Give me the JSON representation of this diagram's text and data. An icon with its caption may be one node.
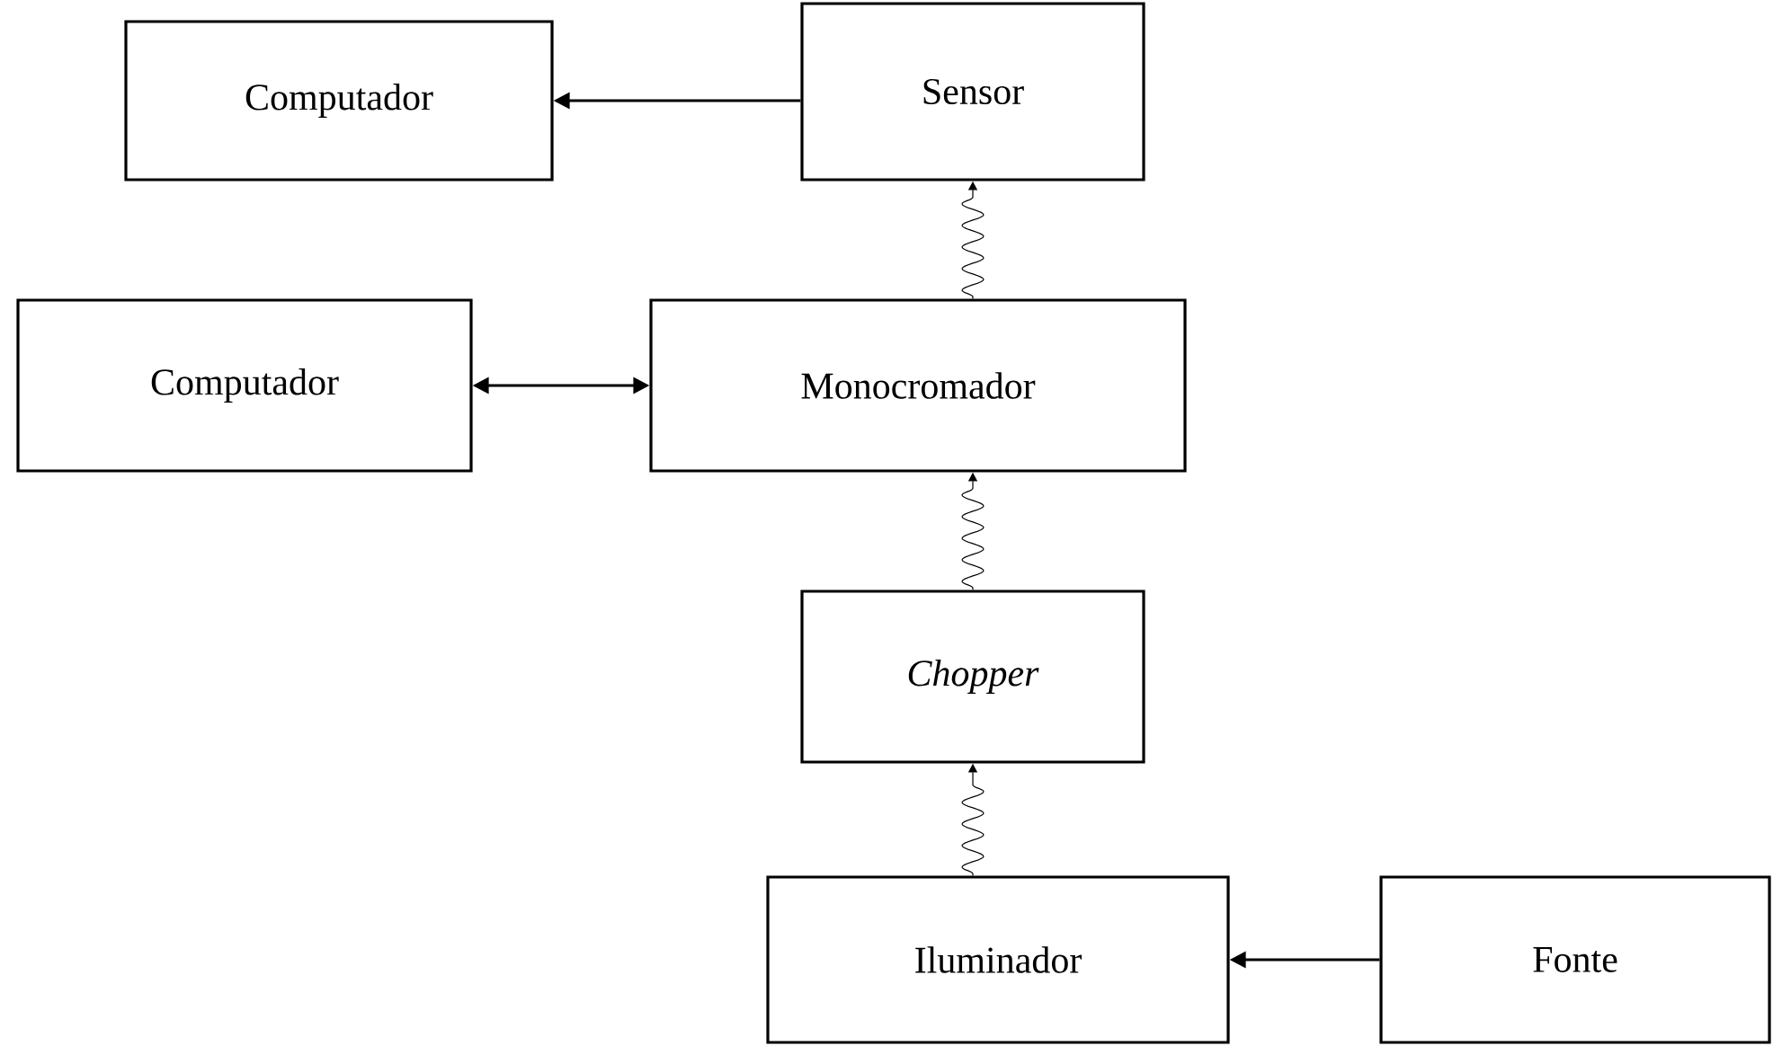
{
  "diagram": {
    "nodes": [
      {
        "text": [
          "Computador"
        ]
      },
      {
        "text": [
          "Sensor"
        ]
      },
      {
        "text": [
          "Computador"
        ]
      },
      {
        "text": [
          "Monocromador"
        ]
      },
      {
        "text": [
          "*Chopper*"
        ]
      },
      {
        "text": [
          "Iluminador"
        ]
      },
      {
        "text": [
          "Fonte"
        ]
      }
    ],
    "edges": [
      {
        "from": 1,
        "to": 0,
        "arrow": "to"
      },
      {
        "from": 2,
        "to": 3,
        "arrow": "both"
      },
      {
        "from": 3,
        "to": 1,
        "arrow": "to"
      },
      {
        "from": 4,
        "to": 3,
        "arrow": "to"
      },
      {
        "from": 5,
        "to": 4,
        "arrow": "to"
      },
      {
        "from": 6,
        "to": 5,
        "arrow": "to"
      }
    ]
  }
}
